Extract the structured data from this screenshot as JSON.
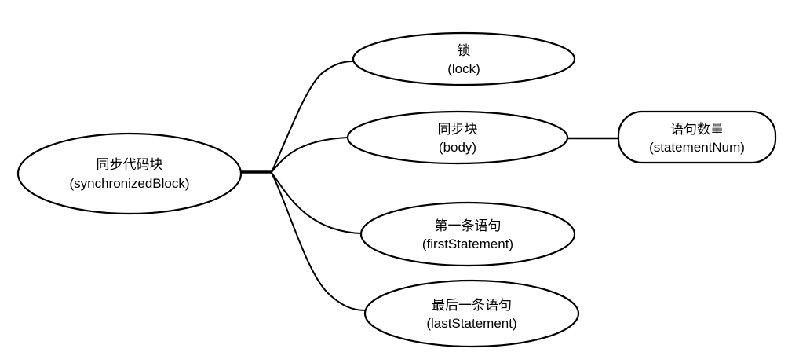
{
  "diagram": {
    "type": "mind-map",
    "background_color": "#ffffff",
    "node_fill_color": "#ffffff",
    "node_stroke_color": "#000000",
    "text_color": "#000000",
    "nodes": {
      "root": {
        "title": "同步代码块",
        "subtitle": "(synchronizedBlock)",
        "shape": "ellipse"
      },
      "lock": {
        "title": "锁",
        "subtitle": "(lock)",
        "shape": "ellipse"
      },
      "body": {
        "title": "同步块",
        "subtitle": "(body)",
        "shape": "ellipse"
      },
      "statement_num": {
        "title": "语句数量",
        "subtitle": "(statementNum)",
        "shape": "rounded-rectangle"
      },
      "first_statement": {
        "title": "第一条语句",
        "subtitle": "(firstStatement)",
        "shape": "ellipse"
      },
      "last_statement": {
        "title": "最后一条语句",
        "subtitle": "(lastStatement)",
        "shape": "ellipse"
      }
    },
    "edges": [
      {
        "from": "root",
        "to": "lock"
      },
      {
        "from": "root",
        "to": "body"
      },
      {
        "from": "root",
        "to": "first_statement"
      },
      {
        "from": "root",
        "to": "last_statement"
      },
      {
        "from": "body",
        "to": "statement_num"
      }
    ]
  }
}
